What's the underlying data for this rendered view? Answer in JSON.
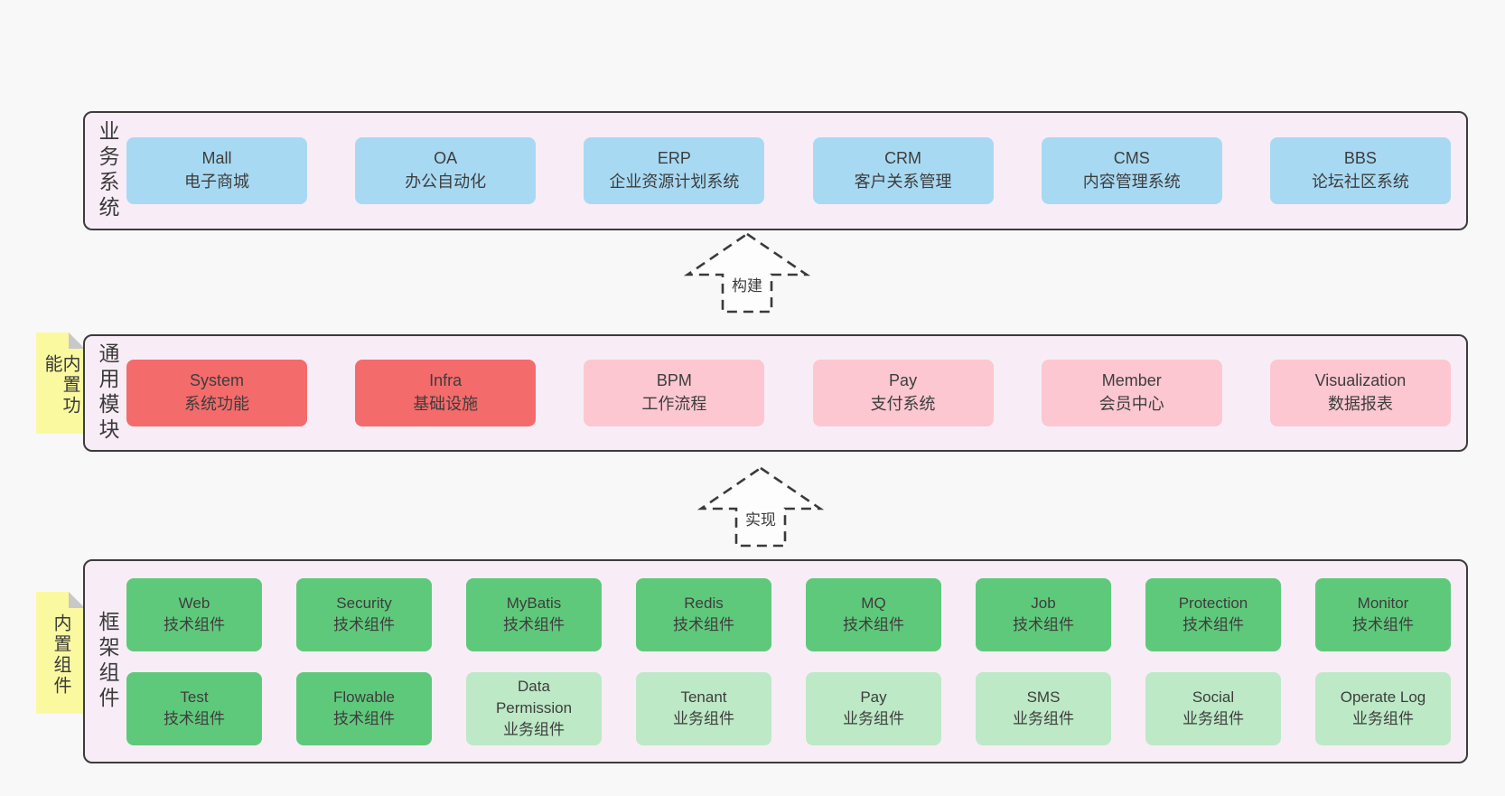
{
  "palette": {
    "page_bg": "#f8f8f8",
    "band_bg": "#f8edf6",
    "band_border": "#3c3c3c",
    "blue": "#a8d9f2",
    "red": "#f46b6b",
    "pink": "#fcc7d1",
    "green": "#5fc97b",
    "green_light": "#bde9c6",
    "sticky_yellow": "#fbf9a0",
    "sticky_fold": "#c8c8c8",
    "text": "#3d3d3d"
  },
  "arrows": [
    {
      "label": "构建"
    },
    {
      "label": "实现"
    }
  ],
  "bands": [
    {
      "label": "业务系统",
      "boxes": [
        {
          "title": "Mall",
          "subtitle": "电子商城"
        },
        {
          "title": "OA",
          "subtitle": "办公自动化"
        },
        {
          "title": "ERP",
          "subtitle": "企业资源计划系统"
        },
        {
          "title": "CRM",
          "subtitle": "客户关系管理"
        },
        {
          "title": "CMS",
          "subtitle": "内容管理系统"
        },
        {
          "title": "BBS",
          "subtitle": "论坛社区系统"
        }
      ]
    },
    {
      "label": "通用模块",
      "sticky": "内置功能",
      "boxes": [
        {
          "title": "System",
          "subtitle": "系统功能"
        },
        {
          "title": "Infra",
          "subtitle": "基础设施"
        },
        {
          "title": "BPM",
          "subtitle": "工作流程"
        },
        {
          "title": "Pay",
          "subtitle": "支付系统"
        },
        {
          "title": "Member",
          "subtitle": "会员中心"
        },
        {
          "title": "Visualization",
          "subtitle": "数据报表"
        }
      ]
    },
    {
      "label": "框架组件",
      "sticky": "内置组件",
      "rows": [
        [
          {
            "title": "Web",
            "subtitle": "技术组件"
          },
          {
            "title": "Security",
            "subtitle": "技术组件"
          },
          {
            "title": "MyBatis",
            "subtitle": "技术组件"
          },
          {
            "title": "Redis",
            "subtitle": "技术组件"
          },
          {
            "title": "MQ",
            "subtitle": "技术组件"
          },
          {
            "title": "Job",
            "subtitle": "技术组件"
          },
          {
            "title": "Protection",
            "subtitle": "技术组件"
          },
          {
            "title": "Monitor",
            "subtitle": "技术组件"
          }
        ],
        [
          {
            "title": "Test",
            "subtitle": "技术组件"
          },
          {
            "title": "Flowable",
            "subtitle": "技术组件"
          },
          {
            "title": "Data Permission",
            "subtitle": "业务组件"
          },
          {
            "title": "Tenant",
            "subtitle": "业务组件"
          },
          {
            "title": "Pay",
            "subtitle": "业务组件"
          },
          {
            "title": "SMS",
            "subtitle": "业务组件"
          },
          {
            "title": "Social",
            "subtitle": "业务组件"
          },
          {
            "title": "Operate Log",
            "subtitle": "业务组件"
          }
        ]
      ]
    }
  ]
}
